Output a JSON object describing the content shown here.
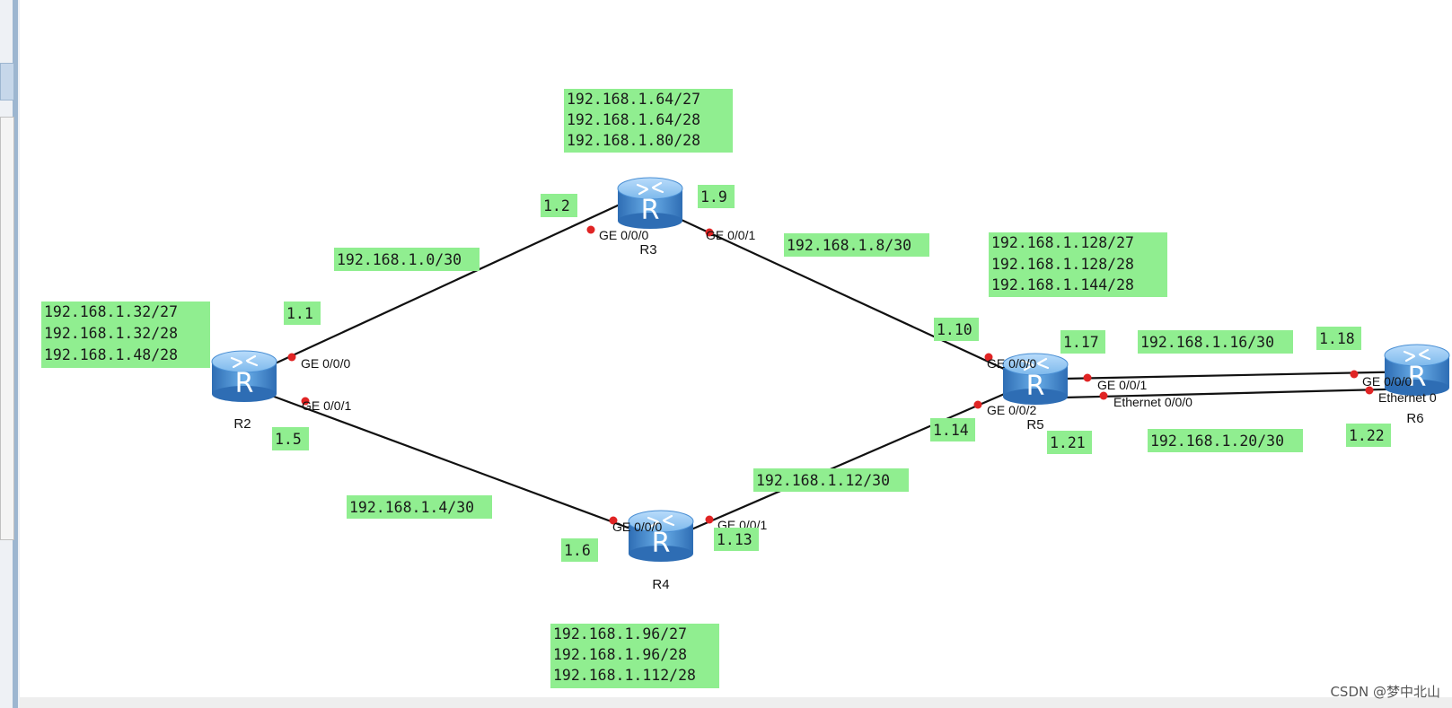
{
  "colors": {
    "link": "#111111",
    "port_dot": "#e02424",
    "label_bg": "#90ee90",
    "router_body": "#4a8fd4"
  },
  "routers": [
    {
      "id": "R2",
      "name": "R2",
      "icon": "router-icon"
    },
    {
      "id": "R3",
      "name": "R3",
      "icon": "router-icon"
    },
    {
      "id": "R4",
      "name": "R4",
      "icon": "router-icon"
    },
    {
      "id": "R5",
      "name": "R5",
      "icon": "router-icon"
    },
    {
      "id": "R6",
      "name": "R6",
      "icon": "router-icon"
    }
  ],
  "links": [
    {
      "from": "R2",
      "to": "R3",
      "subnet": "192.168.1.0/30"
    },
    {
      "from": "R2",
      "to": "R4",
      "subnet": "192.168.1.4/30"
    },
    {
      "from": "R3",
      "to": "R5",
      "subnet": "192.168.1.8/30"
    },
    {
      "from": "R4",
      "to": "R5",
      "subnet": "192.168.1.12/30"
    },
    {
      "from": "R5",
      "to": "R6",
      "subnet": "192.168.1.16/30"
    },
    {
      "from": "R5",
      "to": "R6",
      "subnet": "192.168.1.20/30"
    }
  ],
  "interfaces": [
    {
      "router": "R2",
      "port": "GE 0/0/0",
      "addr": "1.1"
    },
    {
      "router": "R2",
      "port": "GE 0/0/1",
      "addr": "1.5"
    },
    {
      "router": "R3",
      "port": "GE 0/0/0",
      "addr": "1.2"
    },
    {
      "router": "R3",
      "port": "GE 0/0/1",
      "addr": "1.9"
    },
    {
      "router": "R4",
      "port": "GE 0/0/0",
      "addr": "1.6"
    },
    {
      "router": "R4",
      "port": "GE 0/0/1",
      "addr": "1.13"
    },
    {
      "router": "R5",
      "port": "GE 0/0/0",
      "addr": "1.10"
    },
    {
      "router": "R5",
      "port": "GE 0/0/2",
      "addr": "1.14"
    },
    {
      "router": "R5",
      "port": "GE 0/0/1",
      "addr": "1.17"
    },
    {
      "router": "R5",
      "port": "Ethernet 0/0/0",
      "addr": "1.21"
    },
    {
      "router": "R6",
      "port": "GE 0/0/0",
      "addr": "1.18"
    },
    {
      "router": "R6",
      "port": "Ethernet 0",
      "addr": "1.22"
    }
  ],
  "loopback_groups": [
    {
      "router": "R2",
      "networks": [
        "192.168.1.32/27",
        "192.168.1.32/28",
        "192.168.1.48/28"
      ]
    },
    {
      "router": "R3",
      "networks": [
        "192.168.1.64/27",
        "192.168.1.64/28",
        "192.168.1.80/28"
      ]
    },
    {
      "router": "R4",
      "networks": [
        "192.168.1.96/27",
        "192.168.1.96/28",
        "192.168.1.112/28"
      ]
    },
    {
      "router": "R5",
      "networks": [
        "192.168.1.128/27",
        "192.168.1.128/28",
        "192.168.1.144/28"
      ]
    }
  ],
  "watermark": "CSDN @梦中北山"
}
